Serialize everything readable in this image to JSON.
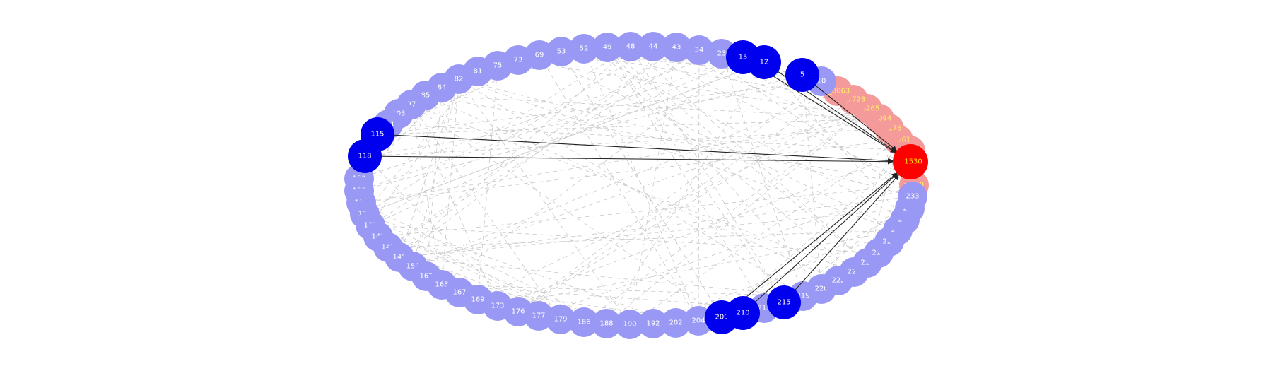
{
  "graph": {
    "colors": {
      "ring_node": "#9999f5",
      "region_node": "#f59a9a",
      "highlight_node": "#0000ee",
      "focus_node": "#ff0000",
      "ring_label": "#ffffff",
      "region_label": "#fff066",
      "focus_label": "#ffdd00",
      "dashed_edge": "#c8c8c8",
      "solid_edge": "#222222"
    },
    "focus_node": "1530",
    "ring_nodes": [
      "5",
      "10",
      "12",
      "15",
      "23",
      "34",
      "43",
      "44",
      "48",
      "49",
      "52",
      "53",
      "69",
      "73",
      "75",
      "81",
      "82",
      "84",
      "85",
      "97",
      "103",
      "111",
      "115",
      "118",
      "129",
      "133",
      "136",
      "138",
      "139",
      "143",
      "145",
      "146",
      "156",
      "162",
      "163",
      "167",
      "169",
      "173",
      "176",
      "177",
      "179",
      "186",
      "188",
      "190",
      "192",
      "202",
      "204",
      "209",
      "210",
      "213",
      "215",
      "219",
      "220",
      "222",
      "223",
      "225",
      "226",
      "227",
      "229",
      "231",
      "232",
      "233"
    ],
    "region_nodes": [
      "r_249",
      "r_1520",
      "r_2861",
      "r_3176",
      "r_6094",
      "r_6265",
      "r_7728",
      "r_8063"
    ],
    "highlighted_nodes": [
      "15",
      "12",
      "5",
      "115",
      "118",
      "209",
      "210",
      "215"
    ],
    "solid_edges": [
      [
        "15",
        "1530"
      ],
      [
        "12",
        "1530"
      ],
      [
        "5",
        "1530"
      ],
      [
        "115",
        "1530"
      ],
      [
        "118",
        "1530"
      ],
      [
        "209",
        "1530"
      ],
      [
        "210",
        "1530"
      ],
      [
        "215",
        "1530"
      ]
    ]
  }
}
